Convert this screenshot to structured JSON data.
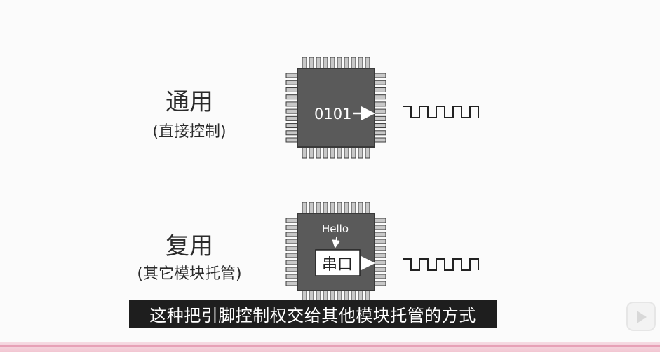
{
  "sections": [
    {
      "title": "通用",
      "subtitle": "(直接控制)",
      "chip_text": "0101"
    },
    {
      "title": "复用",
      "subtitle": "(其它模块托管)",
      "chip_text": "Hello",
      "module_label": "串口"
    }
  ],
  "caption": "这种把引脚控制权交给其他模块托管的方式",
  "colors": {
    "chip_body": "#5a5a5a",
    "pin_fill": "#c8c8c8",
    "pin_stroke": "#3a3a3a",
    "signal": "#222222",
    "caption_bg": "#1e1e1e"
  },
  "icons": [
    "arrow-right-icon",
    "arrow-down-icon",
    "square-wave-icon",
    "bilibili-logo-icon"
  ]
}
